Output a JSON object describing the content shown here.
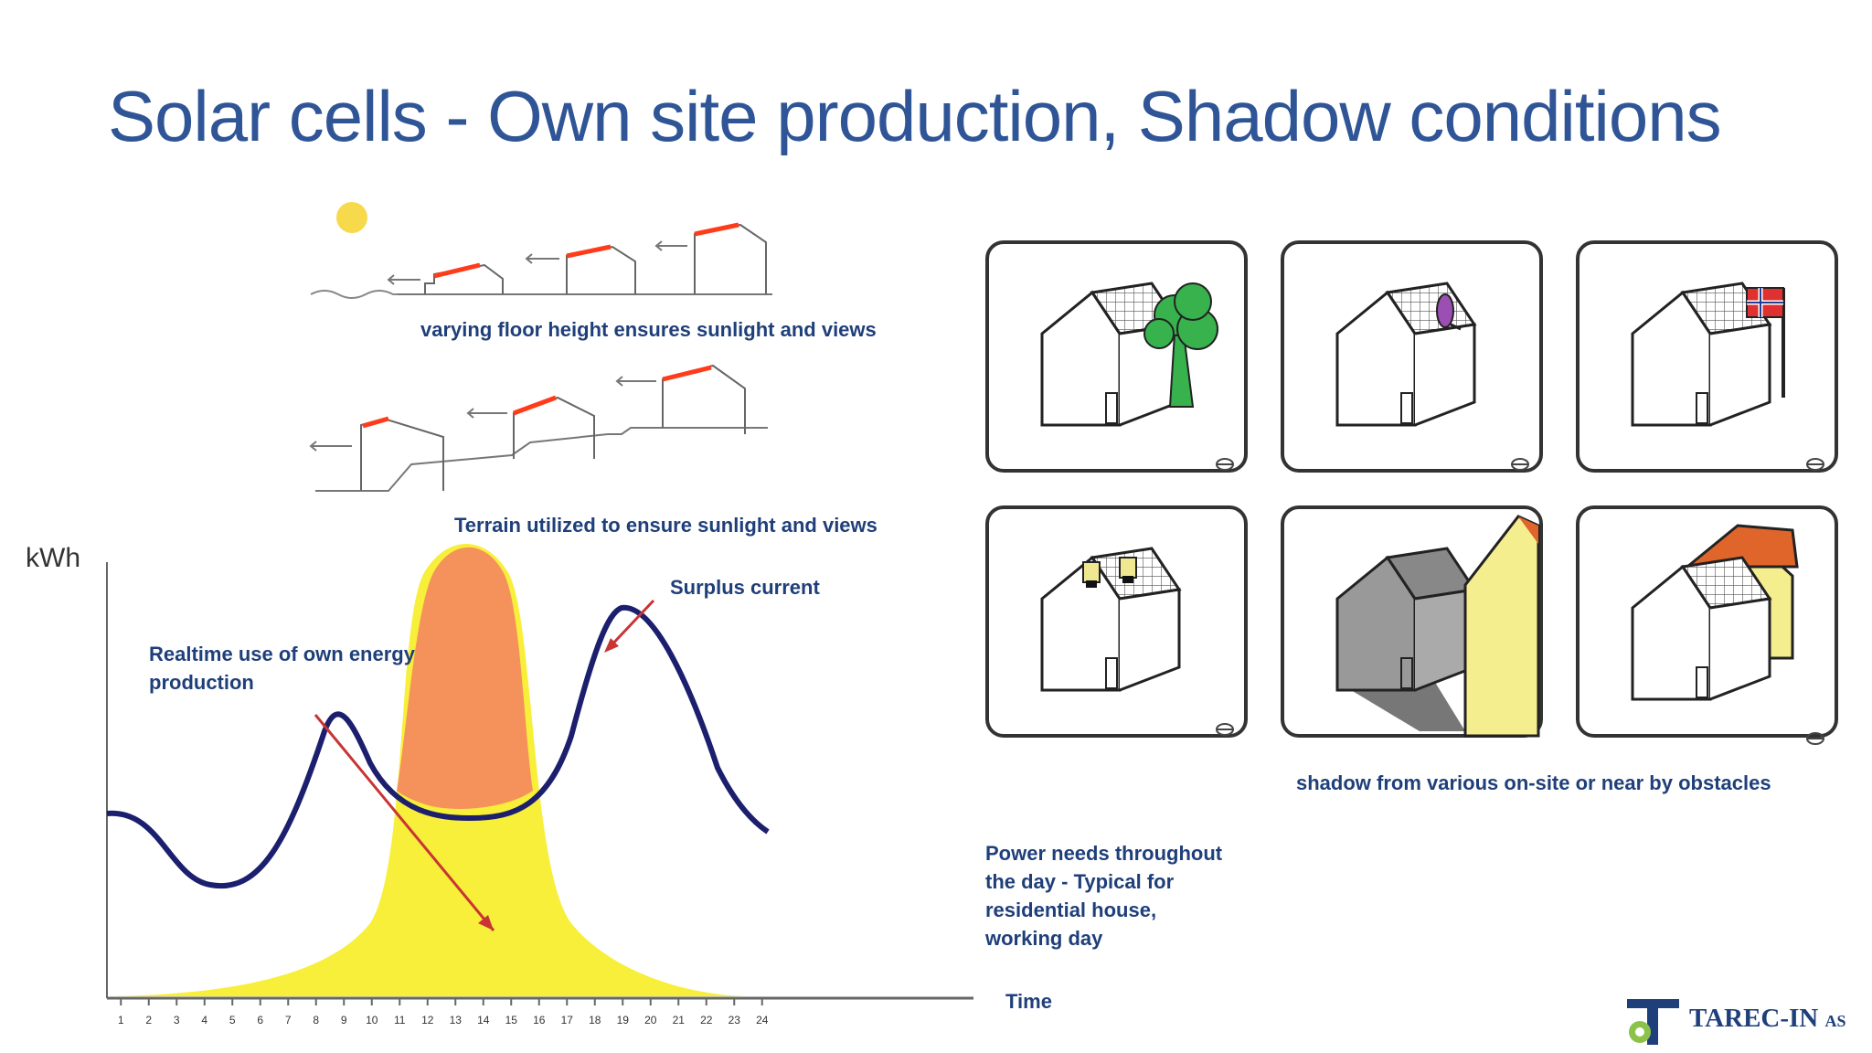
{
  "slide": {
    "title": "Solar cells - Own site production, Shadow conditions"
  },
  "top_diagrams": {
    "caption_floor": "varying floor height ensures sunlight and views",
    "caption_terrain": "Terrain utilized to ensure sunlight and views"
  },
  "chart": {
    "ylabel": "kWh",
    "xlabel": "Time",
    "x_ticks": [
      "1",
      "2",
      "3",
      "4",
      "5",
      "6",
      "7",
      "8",
      "9",
      "10",
      "11",
      "12",
      "13",
      "14",
      "15",
      "16",
      "17",
      "18",
      "19",
      "20",
      "21",
      "22",
      "23",
      "24"
    ],
    "annotation_realtime": "Realtime use of own energy production",
    "annotation_surplus": "Surplus current",
    "annotation_power": "Power needs throughout the day - Typical for residential house, working day",
    "colors": {
      "demand": "#1b1f6e",
      "production": "#f7ef3a",
      "surplus": "#f5925b",
      "arrow": "#c93434"
    }
  },
  "shadow_grid": {
    "caption": "shadow from various on-site or near by obstacles",
    "panels": [
      {
        "obstacle": "tree"
      },
      {
        "obstacle": "chimney-pole"
      },
      {
        "obstacle": "flag-pole"
      },
      {
        "obstacle": "roof-vents"
      },
      {
        "obstacle": "tall-building"
      },
      {
        "obstacle": "adjacent-building"
      }
    ]
  },
  "logo": {
    "name": "TAREC-IN",
    "suffix": "AS"
  }
}
